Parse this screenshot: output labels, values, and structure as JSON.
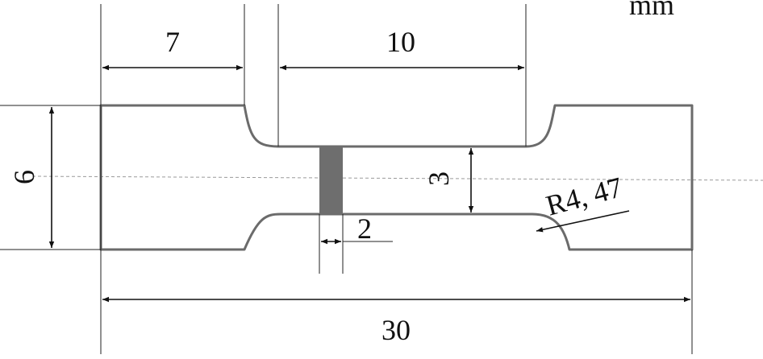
{
  "units": "mm",
  "dimensions": {
    "grip_length": "7",
    "gauge_length": "10",
    "total_length": "30",
    "grip_width": "6",
    "gauge_width": "3",
    "marked_band_width": "2",
    "fillet_radius": "R4, 47"
  },
  "colors": {
    "outline": "#6b6b6b",
    "marked_band": "#6e6e6e",
    "dimension_lines": "#111111"
  }
}
